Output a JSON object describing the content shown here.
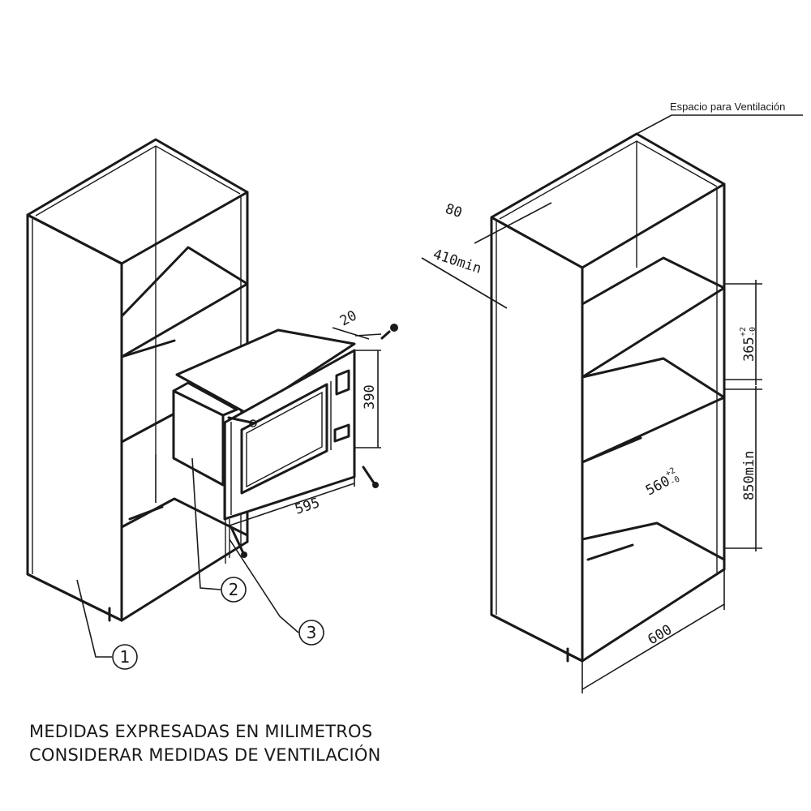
{
  "diagram": {
    "left_view": {
      "callouts": [
        "1",
        "2",
        "3"
      ],
      "dimensions": {
        "width": "595",
        "height": "390",
        "gap": "20"
      }
    },
    "right_view": {
      "ventilation_label": "Espacio para Ventilación",
      "dimensions": {
        "vent_gap": "80",
        "depth_min": "410min",
        "opening_height": "365",
        "opening_height_tol_plus": "+2",
        "opening_height_tol_minus": "-0",
        "opening_width": "560",
        "opening_width_tol_plus": "+2",
        "opening_width_tol_minus": "-0",
        "floor_height_min": "850min",
        "cabinet_width": "600"
      }
    }
  },
  "notes": [
    "MEDIDAS EXPRESADAS EN MILIMETROS",
    "CONSIDERAR MEDIDAS DE VENTILACIÓN"
  ]
}
